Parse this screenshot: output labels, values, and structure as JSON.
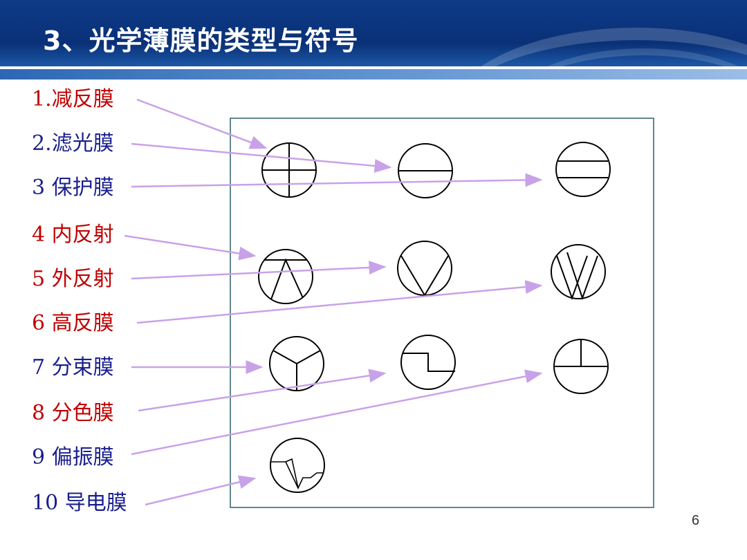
{
  "title": "3、光学薄膜的类型与符号",
  "labels": [
    {
      "text": "1.减反膜",
      "color": "#c00000"
    },
    {
      "text": "2.滤光膜",
      "color": "#1a1f8c"
    },
    {
      "text": "3 保护膜",
      "color": "#1a1f8c"
    },
    {
      "text": "4 内反射",
      "color": "#c00000"
    },
    {
      "text": "5 外反射",
      "color": "#c00000"
    },
    {
      "text": "6 高反膜",
      "color": "#c00000"
    },
    {
      "text": "7 分束膜",
      "color": "#1a1f8c"
    },
    {
      "text": "8 分色膜",
      "color": "#c00000"
    },
    {
      "text": "9 偏振膜",
      "color": "#1a1f8c"
    },
    {
      "text": "10 导电膜",
      "color": "#1a1f8c"
    }
  ],
  "symbols": [
    "anti-reflection-symbol",
    "filter-symbol",
    "protective-symbol",
    "internal-reflection-symbol",
    "external-reflection-symbol",
    "high-reflection-symbol",
    "beam-splitter-symbol",
    "dichroic-symbol",
    "polarizer-symbol",
    "conductive-symbol"
  ],
  "arrow_color": "#c8a2e8",
  "page_number": "6"
}
